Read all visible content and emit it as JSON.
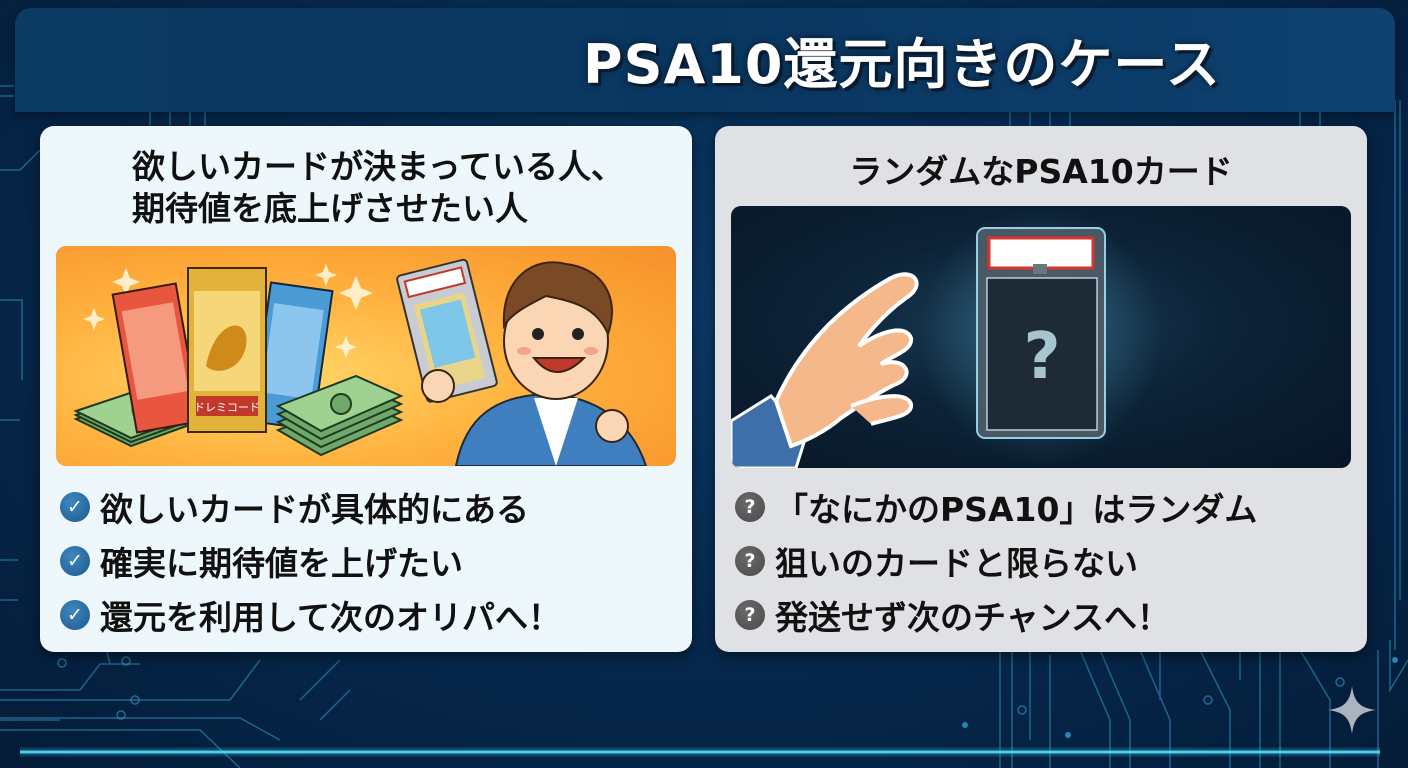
{
  "title": "PSA10還元向きのケース",
  "colors": {
    "background": "#06284d",
    "title_bar": "#0a3760",
    "left_panel": "#eef7fb",
    "right_panel": "#dfe1e4",
    "check_bullet": "#2a6ea3",
    "question_bullet": "#555555",
    "circuit_accent": "#3fc7e6"
  },
  "left_panel": {
    "heading_line1": "欲しいカードが決まっている人、",
    "heading_line2": "期待値を底上げさせたい人",
    "illustration": "excited-collector-holding-graded-card-with-booster-packs-and-cash",
    "pack_label": "ドレミコード",
    "bullet_icon": "check-circle-icon",
    "items": [
      {
        "label": "欲しいカードが具体的にある"
      },
      {
        "label": "確実に期待値を上げたい"
      },
      {
        "label": "還元を利用して次のオリパへ！"
      }
    ]
  },
  "right_panel": {
    "heading": "ランダムなPSA10カード",
    "illustration": "hand-reaching-for-mystery-graded-card",
    "mystery_symbol": "?",
    "bullet_icon": "question-circle-icon",
    "items": [
      {
        "label": "「なにかのPSA10」はランダム"
      },
      {
        "label": "狙いのカードと限らない"
      },
      {
        "label": "発送せず次のチャンスへ！"
      }
    ]
  },
  "icons": {
    "check": "✓",
    "question": "?",
    "corner_sparkle": "sparkle-icon"
  }
}
